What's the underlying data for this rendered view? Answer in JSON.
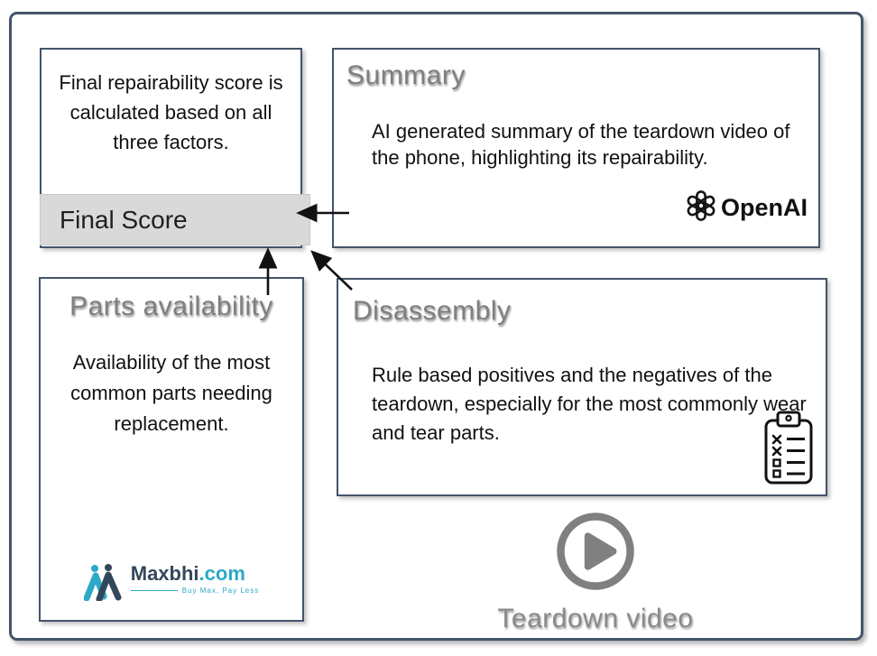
{
  "final_box": {
    "description": "Final repairability score is calculated based on all three factors.",
    "score_label": "Final Score"
  },
  "summary_box": {
    "title": "Summary",
    "description": "AI generated summary of the teardown video of the phone, highlighting its repairability.",
    "logo_wordmark": "OpenAI"
  },
  "disassembly_box": {
    "title": "Disassembly",
    "description": "Rule based positives and the negatives of the teardown, especially for the most commonly wear and tear parts."
  },
  "parts_box": {
    "title": "Parts availability",
    "description": "Availability of the most common parts needing replacement.",
    "logo_wordmark": "Maxbhi",
    "logo_suffix": ".com",
    "logo_tagline": "Buy Max, Pay Less"
  },
  "teardown_video": {
    "label": "Teardown video"
  },
  "colors": {
    "border": "#44546A",
    "heading_gray": "#7F7F7F",
    "score_bar_fill": "#D9D9D9",
    "play_gray": "#808080",
    "maxbhi_teal": "#2BA9C6",
    "maxbhi_dark": "#33475B"
  }
}
